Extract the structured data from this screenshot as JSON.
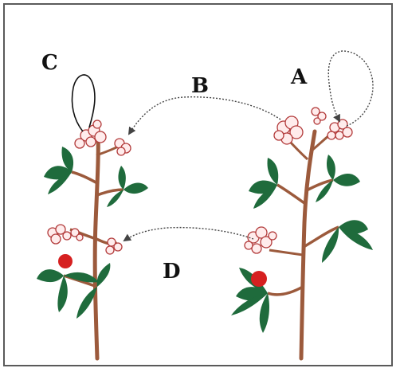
{
  "labels": {
    "a": "A",
    "b": "B",
    "c": "C",
    "d": "D"
  },
  "colors": {
    "stem": "#9c5a3c",
    "leaf": "#1f6b3c",
    "leaf_vein": "#ffffff",
    "flower_outline": "#b23a3a",
    "flower_fill": "#ffecec",
    "fruit": "#d62020",
    "arrow": "#444444",
    "frame": "#5a5a5a"
  },
  "icons": {
    "arrow_head": "arrow-head-icon",
    "flower": "flower-icon",
    "leaf": "leaf-icon",
    "fruit": "fruit-icon"
  }
}
